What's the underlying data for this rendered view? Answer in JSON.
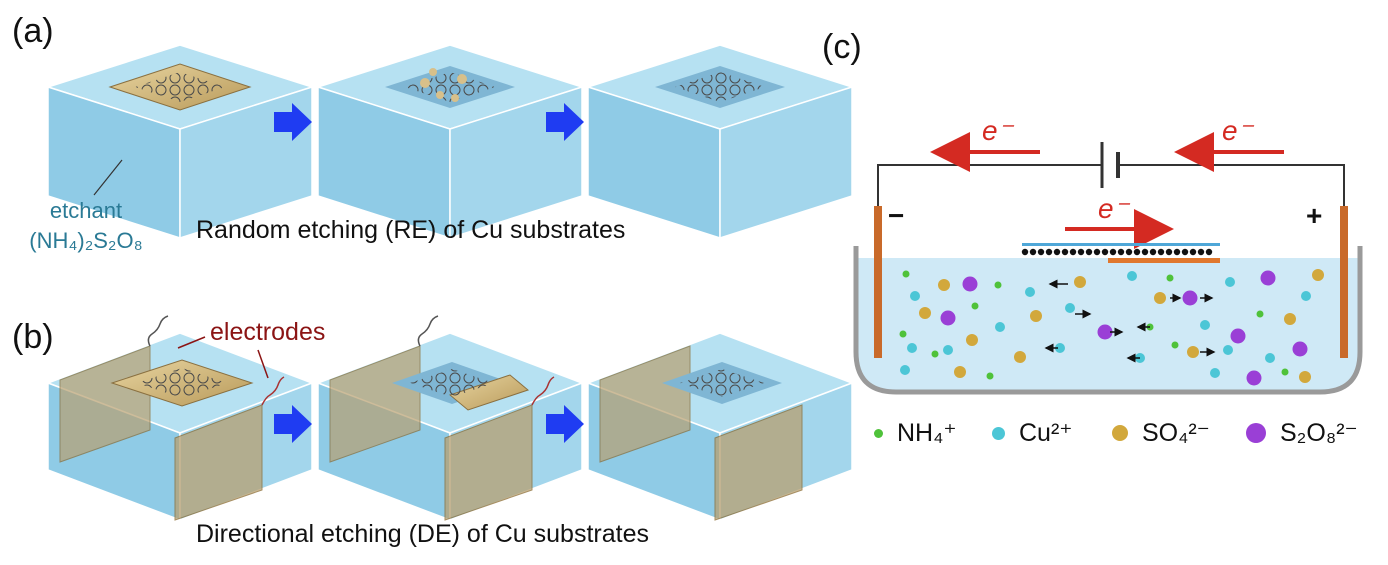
{
  "panels": {
    "a": {
      "label": "(a)",
      "caption": "Random etching (RE) of Cu substrates",
      "etchant_label": "etchant",
      "etchant_formula": "(NH₄)₂S₂O₈"
    },
    "b": {
      "label": "(b)",
      "caption": "Directional etching (DE)  of Cu substrates",
      "electrodes_label": "electrodes"
    },
    "c": {
      "label": "(c)",
      "electron_label": "e⁻",
      "negative_sign": "−",
      "positive_sign": "+"
    }
  },
  "legend": [
    {
      "label": "NH₄⁺",
      "color": "#4fc23a"
    },
    {
      "label": "Cu²⁺",
      "color": "#4cc6d6"
    },
    {
      "label": "SO₄²⁻",
      "color": "#d2a83c"
    },
    {
      "label": "S₂O₈²⁻",
      "color": "#9a3fd6"
    }
  ],
  "colors": {
    "water": "#a9dbf0",
    "bath": "#cfe9f6",
    "copper": "#c96a2a",
    "electron_arrow": "#d42a22",
    "process_arrow": "#1f3cf2",
    "electrode_plate": "#b8a070"
  }
}
